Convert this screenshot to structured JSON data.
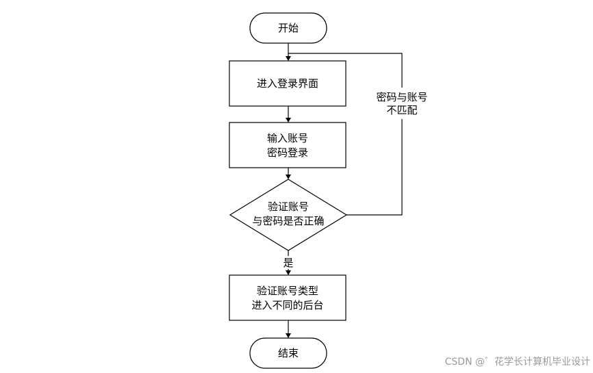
{
  "nodes": {
    "start": {
      "label": "开始"
    },
    "login_page": {
      "label": "进入登录界面"
    },
    "input_account": {
      "line1": "输入账号",
      "line2": "密码登录"
    },
    "verify": {
      "line1": "验证账号",
      "line2": "与密码是否正确"
    },
    "route": {
      "line1": "验证账号类型",
      "line2": "进入不同的后台"
    },
    "end": {
      "label": "结束"
    }
  },
  "edges": {
    "mismatch": {
      "line1": "密码与账号",
      "line2": "不匹配"
    },
    "yes": {
      "label": "是"
    }
  },
  "watermark": {
    "text": "CSDN @゛花学长计算机毕业设计"
  }
}
